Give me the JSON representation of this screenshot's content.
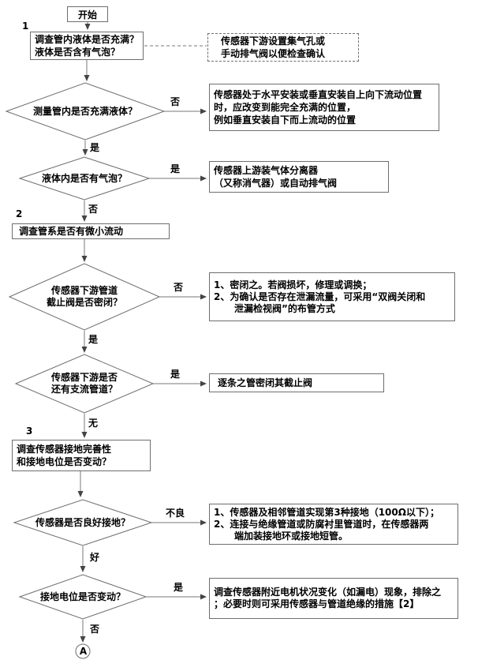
{
  "labels": {
    "num1": "1",
    "num2": "2",
    "num3": "3",
    "yes": "是",
    "no": "否",
    "none": "无",
    "good": "好",
    "bad": "不良"
  },
  "start": "开始",
  "terminal": "A",
  "p1": {
    "lines": [
      "调查管内液体是否充满？",
      "液体是否含有气泡？"
    ]
  },
  "note": {
    "lines": [
      "传感器下游设置集气孔或",
      "手动排气阀以便检查确认"
    ]
  },
  "d1": {
    "text": "测量管内是否充满液体？"
  },
  "boxA": {
    "lines": [
      "传感器处于水平安装或垂直安装自上向下流动位置",
      "时，应改变到能完全充满的位置，",
      "例如垂直安装自下而上流动的位置"
    ]
  },
  "d2": {
    "text": "液体内是否有气泡？"
  },
  "boxB": {
    "lines": [
      "传感器上游装气体分离器",
      "（又称消气器）或自动排气阀"
    ]
  },
  "p2": {
    "text": "调查管系是否有微小流动"
  },
  "d3": {
    "lines": [
      "传感器下游管道",
      "截止阀是否密闭？"
    ]
  },
  "boxC": {
    "lines": [
      "1、密闭之。若阀损坏，修理或调换；",
      "2、为确认是否存在泄漏流量，可采用“双阀关闭和",
      "泄漏检视阀”的布管方式"
    ]
  },
  "d4": {
    "lines": [
      "传感器下游是否",
      "还有支流管道？"
    ]
  },
  "boxD": {
    "text": "逐条之管密闭其截止阀"
  },
  "p3": {
    "lines": [
      "调查传感器接地完善性",
      "和接地电位是否变动？"
    ]
  },
  "d5": {
    "text": "传感器是否良好接地？"
  },
  "boxE": {
    "lines": [
      "1、传感器及相邻管道实现第3种接地（100Ω以下）；",
      "2、连接与绝缘管道或防腐衬里管道时，在传感器两",
      "端加装接地环或接地短管。"
    ]
  },
  "d6": {
    "text": "接地电位是否变动？"
  },
  "boxF": {
    "lines": [
      "调查传感器附近电机状况变化（如漏电）现象，排除之",
      "；必要时则可采用传感器与管道绝缘的措施【2】"
    ]
  }
}
